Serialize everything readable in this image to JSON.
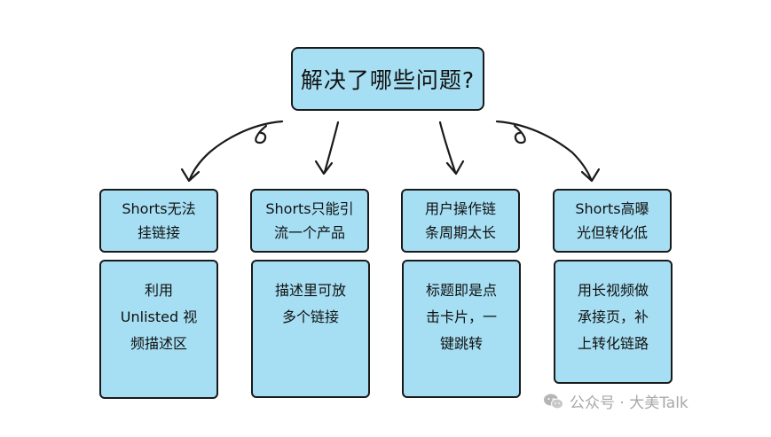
{
  "root": {
    "label": "解决了哪些问题?"
  },
  "columns": [
    {
      "head_lines": [
        "Shorts无法",
        "挂链接"
      ],
      "body_lines": [
        "利用",
        "Unlisted 视",
        "频描述区"
      ]
    },
    {
      "head_lines": [
        "Shorts只能引",
        "流一个产品"
      ],
      "body_lines": [
        "描述里可放",
        "多个链接"
      ]
    },
    {
      "head_lines": [
        "用户操作链",
        "条周期太长"
      ],
      "body_lines": [
        "标题即是点",
        "击卡片，一",
        "键跳转"
      ]
    },
    {
      "head_lines": [
        "Shorts高曝",
        "光但转化低"
      ],
      "body_lines": [
        "用长视频做",
        "承接页，补",
        "上转化链路"
      ]
    }
  ],
  "watermark": {
    "text": "公众号 · 大美Talk",
    "icon": "wechat-icon"
  },
  "colors": {
    "box_fill": "#a6dff3",
    "outline": "#1a1a1a",
    "watermark": "#a8a8a8"
  }
}
